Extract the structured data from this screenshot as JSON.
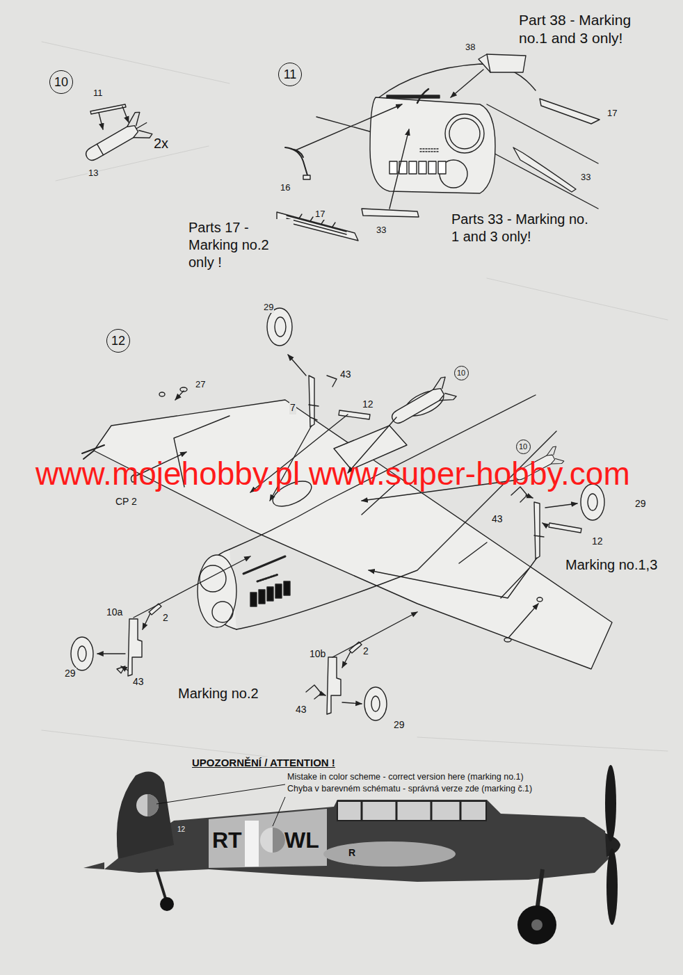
{
  "diagram": {
    "nodes": [
      {
        "text": [
          "10"
        ]
      },
      {
        "text": [
          "11"
        ]
      },
      {
        "text": [
          "12"
        ]
      },
      {
        "text": [
          "10"
        ]
      },
      {
        "text": [
          "10"
        ]
      }
    ],
    "labels": [
      "11",
      "13",
      "2x",
      "Part 38 - Marking no.1 and 3 only!",
      "38",
      "17",
      "33",
      "16",
      "17",
      "33",
      "Parts 17 - Marking no.2 only !",
      "Parts 33 - Marking no. 1 and 3 only!",
      "29",
      "43",
      "27",
      "7",
      "12",
      "CP 2",
      "29",
      "43",
      "12",
      "Marking no.1,3",
      "10a",
      "2",
      "29",
      "43",
      "Marking no.2",
      "10b",
      "2",
      "43",
      "29",
      "www.mojehobby.pl www.super-hobby.com",
      "UPOZORNĚNÍ / ATTENTION !",
      "Mistake in color scheme - correct version here (marking no.1)",
      "Chyba v barevném schématu - správná verze zde (marking č.1)",
      "12",
      "RT",
      "WL",
      "R"
    ]
  }
}
